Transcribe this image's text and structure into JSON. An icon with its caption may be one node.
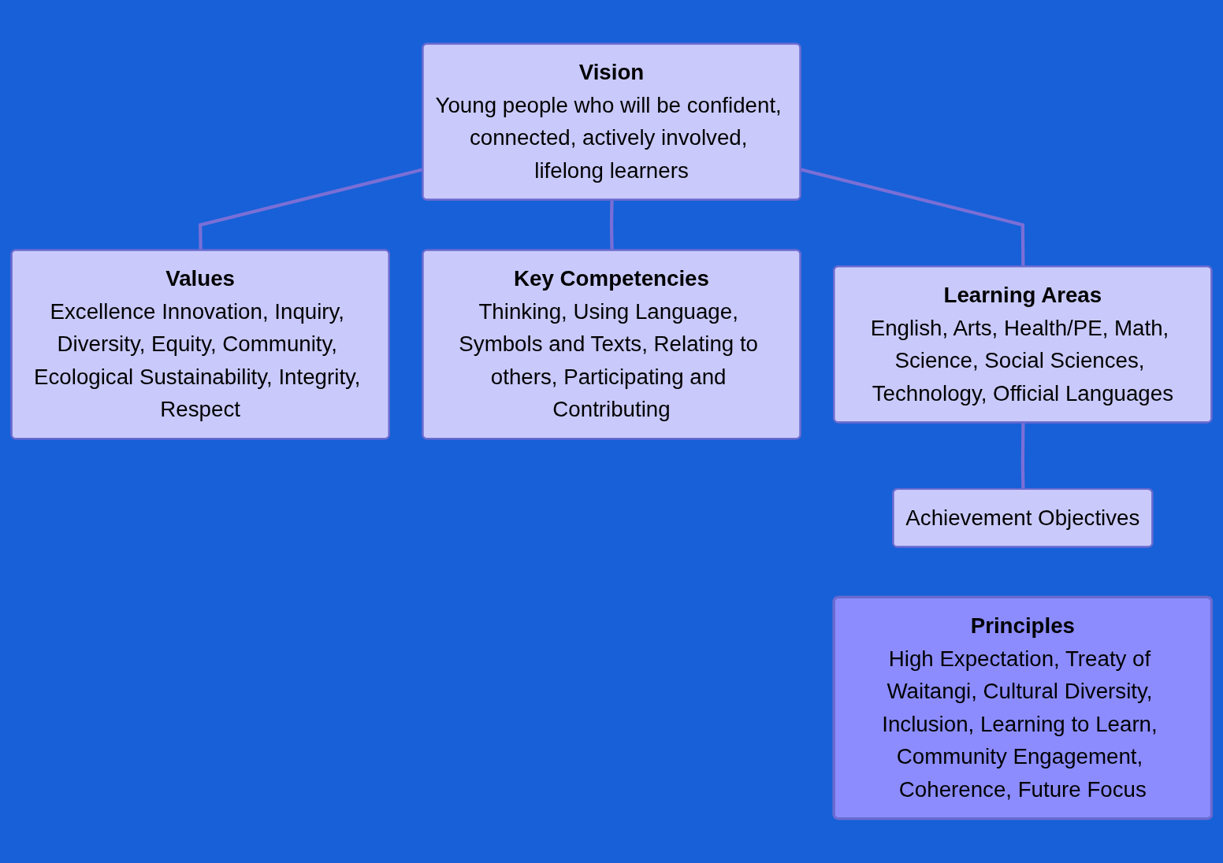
{
  "diagram": {
    "nodes": [
      {
        "text": [
          "Vision",
          "Young people who will be confident, connected, actively involved, lifelong learners"
        ]
      },
      {
        "text": [
          "Values",
          "Excellence Innovation, Inquiry, Diversity, Equity, Community, Ecological Sustainability, Integrity, Respect"
        ]
      },
      {
        "text": [
          "Key Competencies",
          "Thinking, Using Language, Symbols and Texts, Relating to others, Participating and Contributing"
        ]
      },
      {
        "text": [
          "Learning Areas",
          "English, Arts, Health/PE, Math, Science, Social Sciences, Technology, Official Languages"
        ]
      },
      {
        "text": [
          "Achievement Objectives"
        ]
      },
      {
        "text": [
          "Principles",
          "High Expectation, Treaty of Waitangi, Cultural Diversity, Inclusion, Learning to Learn, Community Engagement, Coherence, Future Focus"
        ]
      }
    ],
    "edges": [
      {
        "from": 0,
        "to": 1,
        "arrow": "none"
      },
      {
        "from": 0,
        "to": 2,
        "arrow": "none"
      },
      {
        "from": 0,
        "to": 3,
        "arrow": "none"
      },
      {
        "from": 3,
        "to": 4,
        "arrow": "none"
      }
    ]
  }
}
